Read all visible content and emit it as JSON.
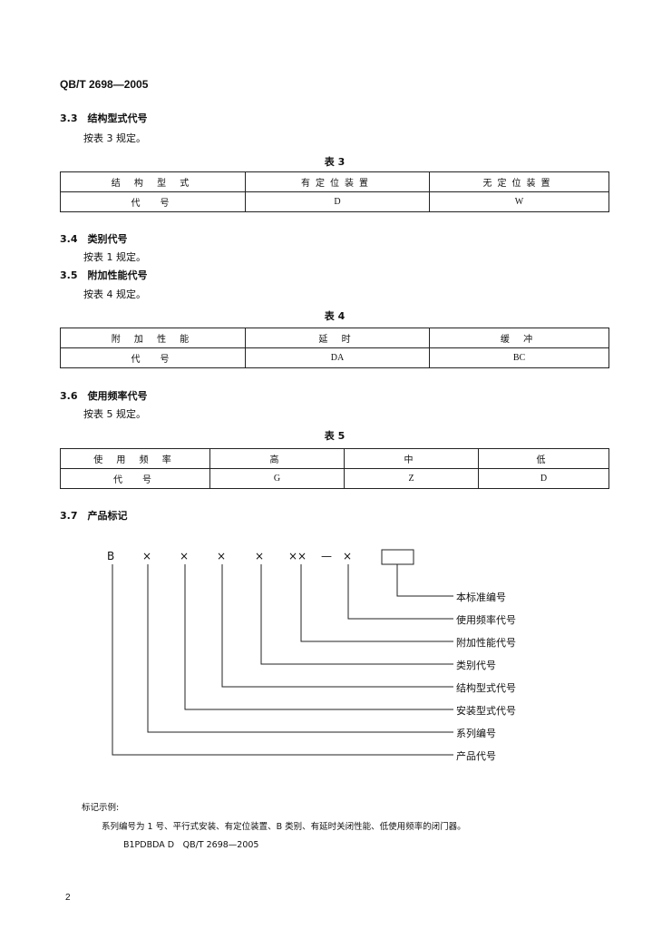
{
  "header": {
    "std_no": "QB/T 2698—2005"
  },
  "s33": {
    "title": "3.3　结构型式代号",
    "text": "按表 3 规定。"
  },
  "table3": {
    "caption": "表 3",
    "head": [
      "结 构 型 式",
      "有定位装置",
      "无定位装置"
    ],
    "row": [
      "代　号",
      "D",
      "W"
    ]
  },
  "s34": {
    "title": "3.4　类别代号",
    "text": "按表 1 规定。"
  },
  "s35": {
    "title": "3.5　附加性能代号",
    "text": "按表 4 规定。"
  },
  "table4": {
    "caption": "表 4",
    "head": [
      "附 加 性 能",
      "延 时",
      "缓 冲"
    ],
    "row": [
      "代　号",
      "DA",
      "BC"
    ]
  },
  "s36": {
    "title": "3.6　使用频率代号",
    "text": "按表 5 规定。"
  },
  "table5": {
    "caption": "表 5",
    "head": [
      "使 用 频 率",
      "高",
      "中",
      "低"
    ],
    "row": [
      "代　号",
      "G",
      "Z",
      "D"
    ]
  },
  "s37": {
    "title": "3.7　产品标记"
  },
  "marking": {
    "symbols": [
      "B",
      "×",
      "×",
      "×",
      "×",
      "××",
      "—",
      "×"
    ],
    "labels": [
      "本标准编号",
      "使用频率代号",
      "附加性能代号",
      "类别代号",
      "结构型式代号",
      "安装型式代号",
      "系列编号",
      "产品代号"
    ]
  },
  "example": {
    "title": "标记示例:",
    "text": "系列编号为 1 号、平行式安装、有定位装置、B 类别、有延时关闭性能、低使用频率的闭门器。",
    "code": "B1PDBDA D　QB/T 2698—2005"
  },
  "footer": {
    "page": "2"
  }
}
